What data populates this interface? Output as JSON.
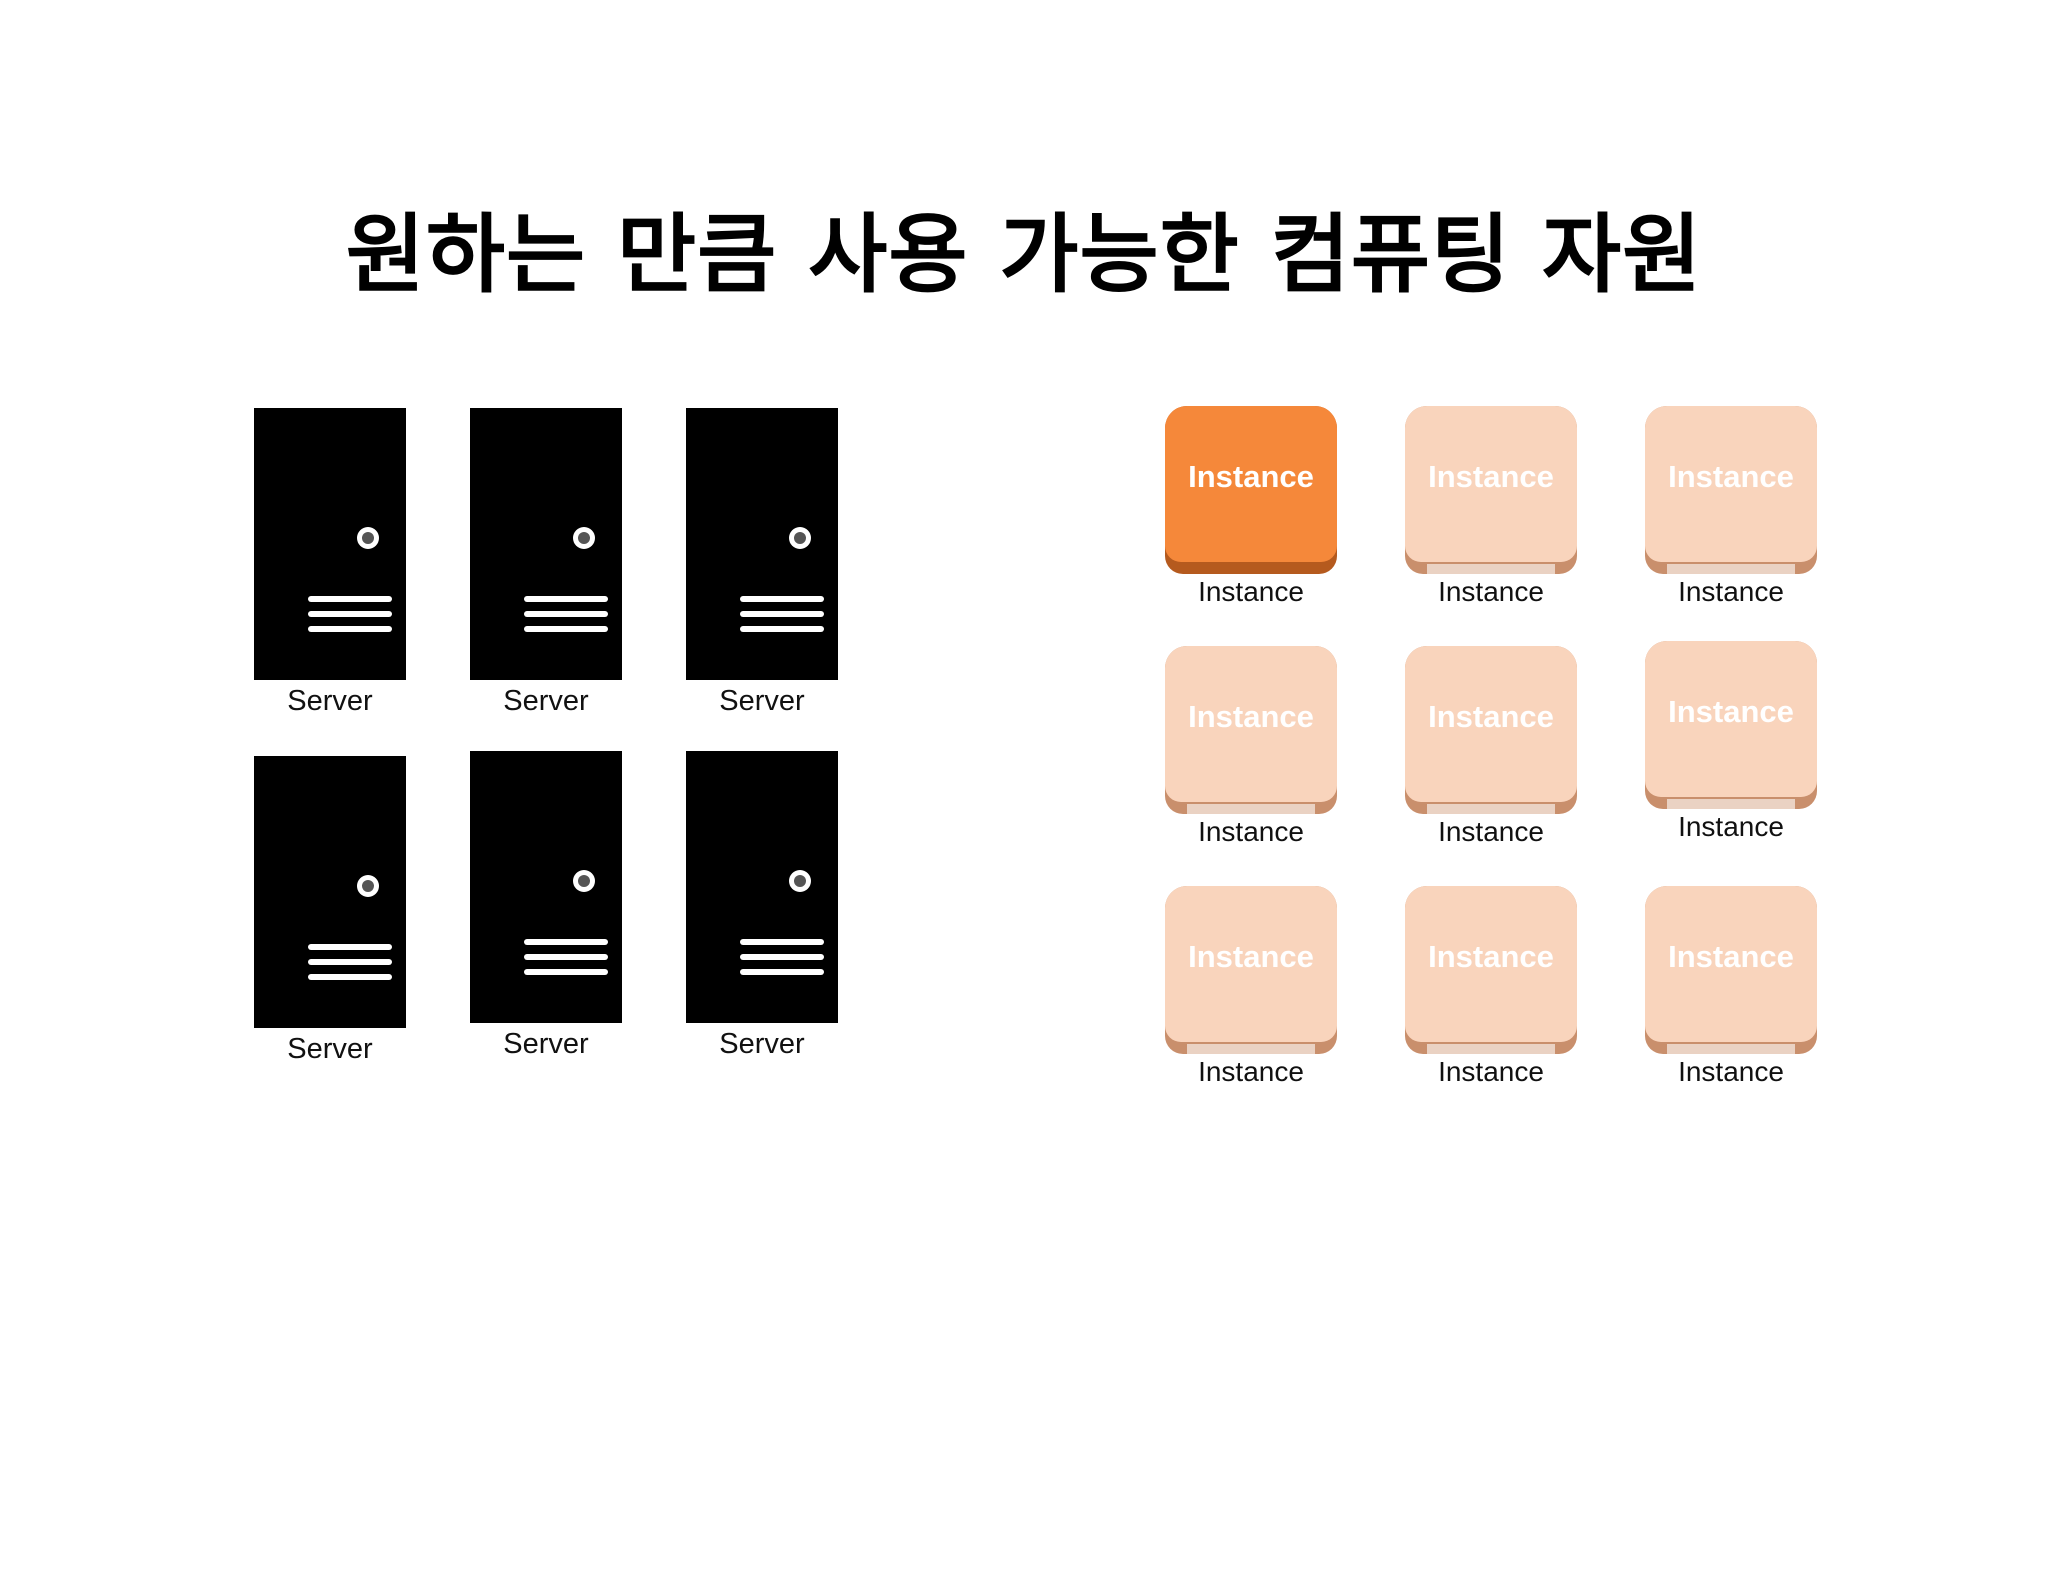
{
  "title": "원하는 만큼 사용 가능한 컴퓨팅 자원",
  "colors": {
    "server": "#000000",
    "instance_active": "#f5883a",
    "instance_inactive": "#f9d4bc",
    "instance_active_edge": "#b55a1e",
    "instance_inactive_edge": "#c98f6c"
  },
  "servers": [
    {
      "label": "Server",
      "icon": "server-tower-icon"
    },
    {
      "label": "Server",
      "icon": "server-tower-icon"
    },
    {
      "label": "Server",
      "icon": "server-tower-icon"
    },
    {
      "label": "Server",
      "icon": "server-tower-icon"
    },
    {
      "label": "Server",
      "icon": "server-tower-icon"
    },
    {
      "label": "Server",
      "icon": "server-tower-icon"
    }
  ],
  "instances": [
    {
      "text": "Instance",
      "label": "Instance",
      "state": "active"
    },
    {
      "text": "Instance",
      "label": "Instance",
      "state": "inactive"
    },
    {
      "text": "Instance",
      "label": "Instance",
      "state": "inactive"
    },
    {
      "text": "Instance",
      "label": "Instance",
      "state": "inactive"
    },
    {
      "text": "Instance",
      "label": "Instance",
      "state": "inactive"
    },
    {
      "text": "Instance",
      "label": "Instance",
      "state": "inactive"
    },
    {
      "text": "Instance",
      "label": "Instance",
      "state": "inactive"
    },
    {
      "text": "Instance",
      "label": "Instance",
      "state": "inactive"
    },
    {
      "text": "Instance",
      "label": "Instance",
      "state": "inactive"
    }
  ]
}
